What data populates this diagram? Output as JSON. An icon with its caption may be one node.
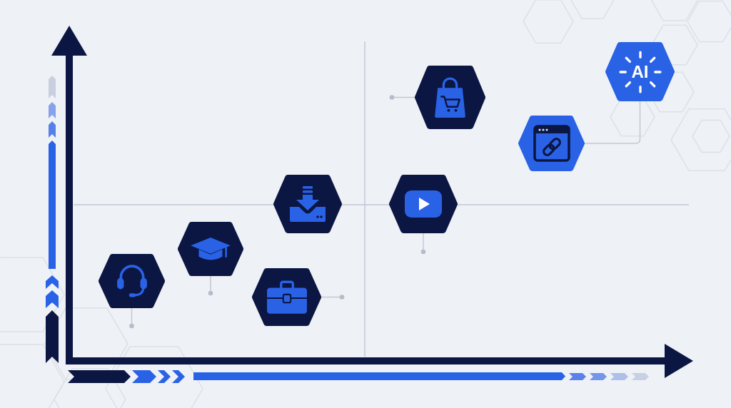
{
  "diagram": {
    "nodes": [
      {
        "text": [],
        "shape": "hexagon"
      },
      {
        "text": [],
        "shape": "hexagon"
      },
      {
        "text": [],
        "shape": "hexagon"
      },
      {
        "text": [],
        "shape": "hexagon"
      },
      {
        "text": [],
        "shape": "hexagon"
      },
      {
        "text": [],
        "shape": "hexagon"
      },
      {
        "text": [],
        "shape": "hexagon"
      },
      {
        "text": [
          "AI"
        ]
      }
    ],
    "edges": [
      {
        "from": 0,
        "to": null,
        "arrow": "other"
      },
      {
        "from": 1,
        "to": null,
        "arrow": "other"
      },
      {
        "from": 2,
        "to": null,
        "arrow": "other"
      },
      {
        "from": 4,
        "to": null,
        "arrow": "other"
      },
      {
        "from": 5,
        "to": null,
        "arrow": "other"
      },
      {
        "from": 6,
        "to": 7,
        "arrow": "none"
      }
    ]
  }
}
